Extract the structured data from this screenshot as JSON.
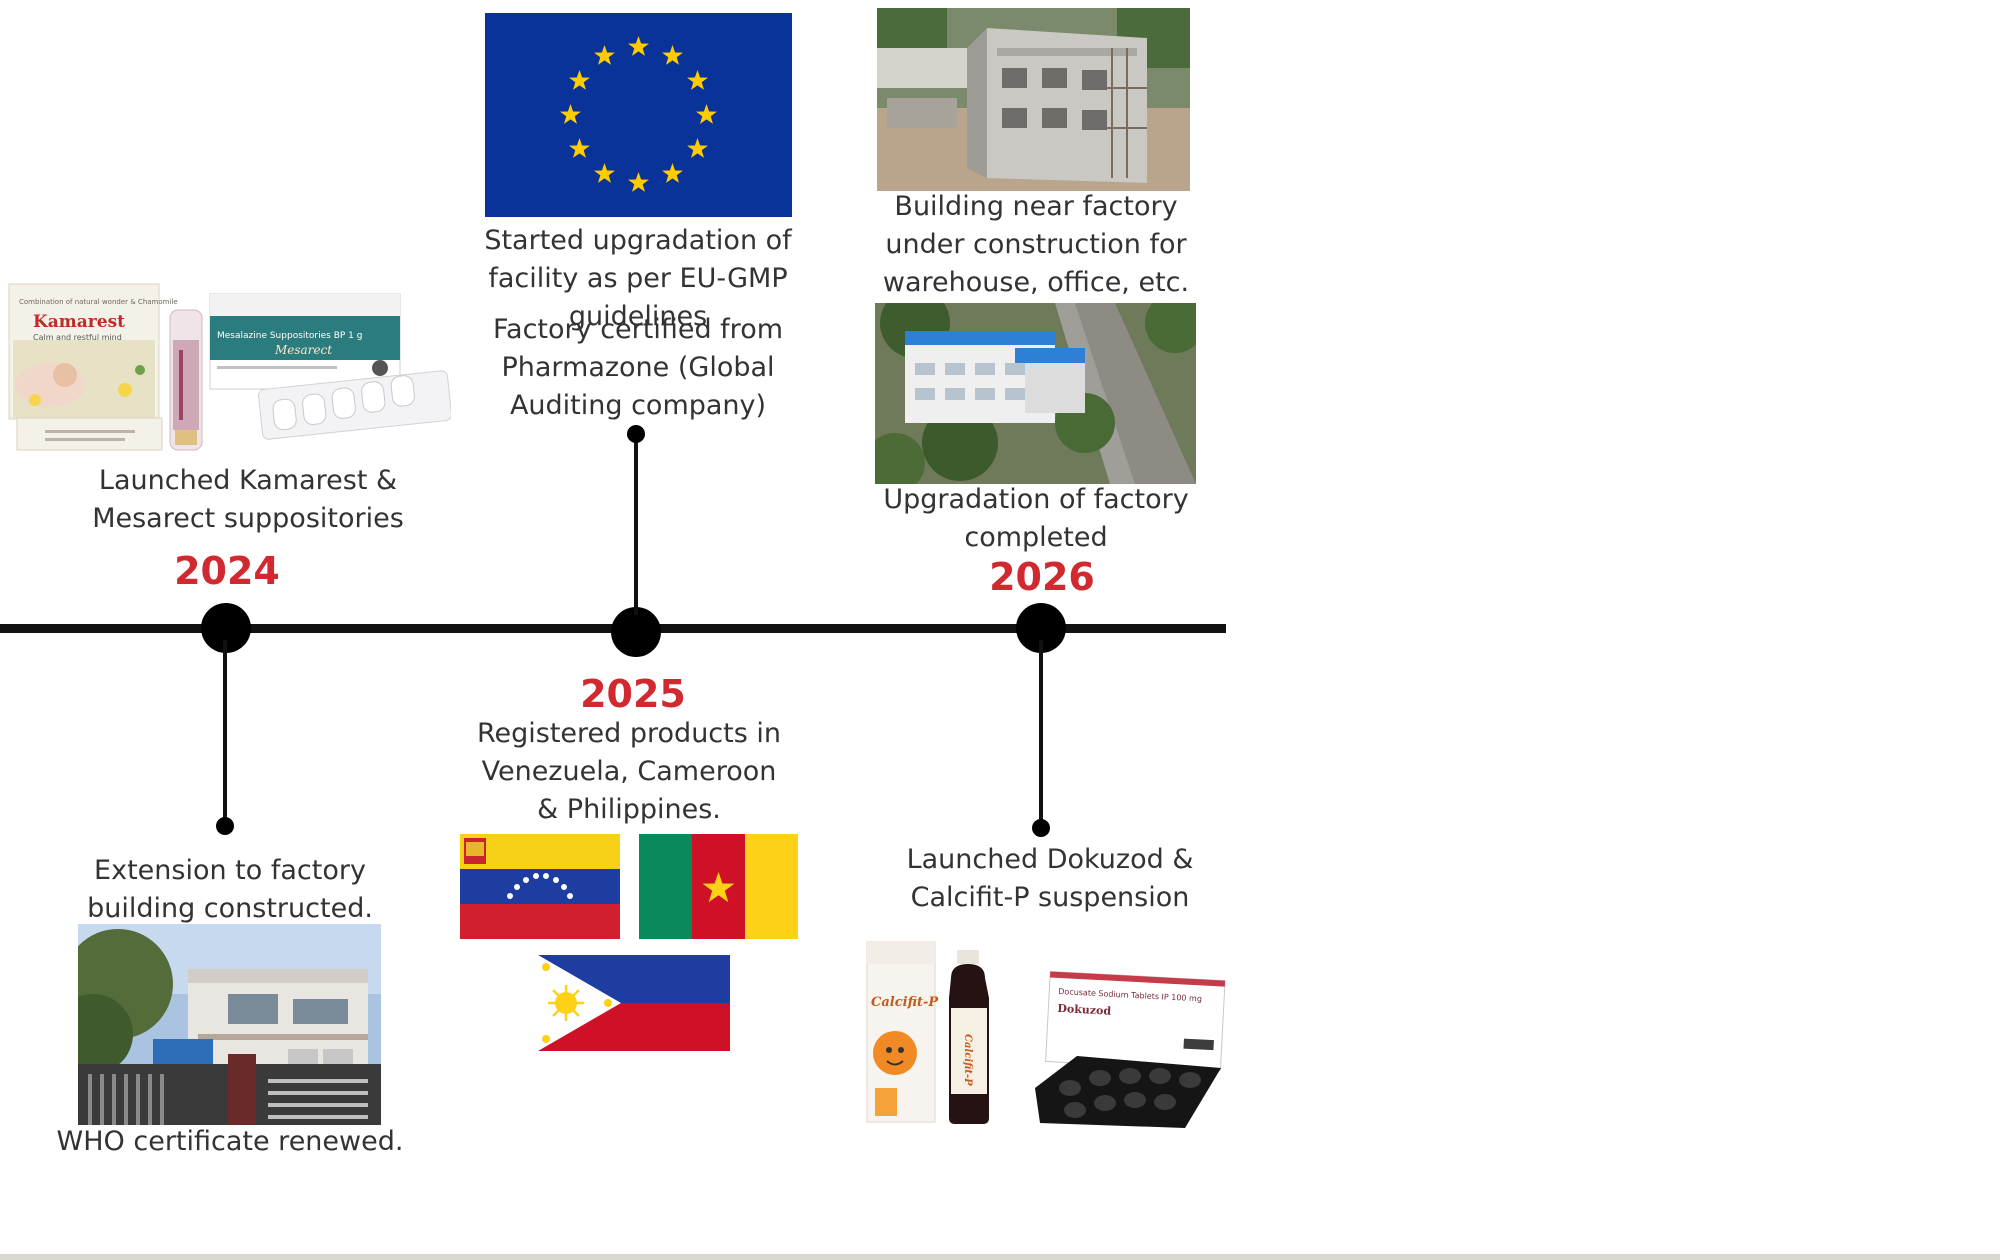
{
  "years": {
    "y2024": "2024",
    "y2025": "2025",
    "y2026": "2026"
  },
  "events": {
    "kamarest_launch": "Launched Kamarest & Mesarect suppositories",
    "factory_extension": "Extension to factory building constructed.",
    "who_certificate": "WHO certificate renewed.",
    "eu_gmp": "Started upgradation of facility as per EU-GMP guidelines",
    "pharmazone": "Factory certified from Pharmazone (Global Auditing company)",
    "registrations": "Registered products in Venezuela, Cameroon & Philippines.",
    "warehouse_building": "Building near factory under construction for warehouse, office, etc.",
    "factory_upgrade": "Upgradation of factory completed",
    "dokuzod_launch": "Launched Dokuzod & Calcifit-P suspension"
  },
  "products": {
    "kamarest_name": "Kamarest",
    "kamarest_tagline": "Calm and restful mind",
    "kamarest_box_note": "Combination of natural wonder & Chamomile",
    "mesarect_strength": "Mesalazine Suppositories BP 1 g",
    "mesarect_name": "Mesarect",
    "calcifit_name": "Calcifit-P",
    "dokuzod_strength": "Docusate Sodium Tablets IP 100 mg",
    "dokuzod_name": "Dokuzod"
  },
  "colors": {
    "accent_year": "#d0292f",
    "timeline": "#111111",
    "eu_blue": "#0a3399",
    "eu_star": "#ffcc00"
  }
}
